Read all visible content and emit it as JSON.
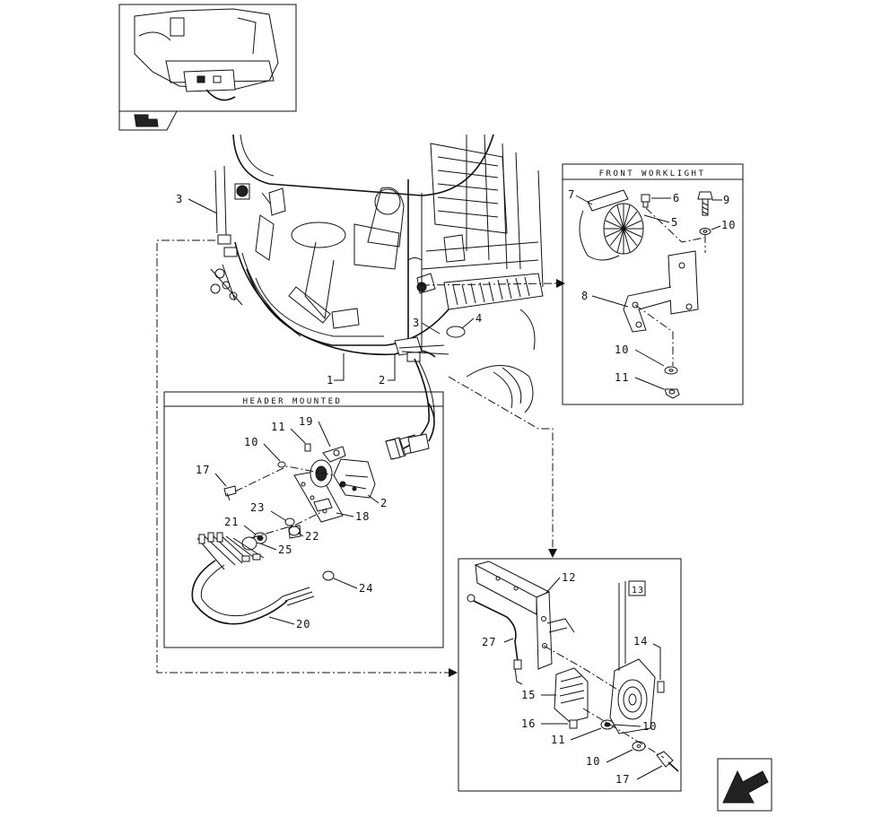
{
  "panels": {
    "front_worklight": {
      "title": "FRONT WORKLIGHT"
    },
    "header_mounted": {
      "title": "HEADER MOUNTED"
    }
  },
  "callouts": {
    "c3a": "3",
    "c1": "1",
    "c2": "2",
    "c3b": "3",
    "c4": "4",
    "fw7": "7",
    "fw6": "6",
    "fw9": "9",
    "fw5": "5",
    "fw10a": "10",
    "fw8": "8",
    "fw10b": "10",
    "fw11": "11",
    "hm11": "11",
    "hm19": "19",
    "hm10": "10",
    "hm17": "17",
    "hm2": "2",
    "hm23": "23",
    "hm18": "18",
    "hm21": "21",
    "hm22": "22",
    "hm25": "25",
    "hm24": "24",
    "hm20": "20",
    "tl12": "12",
    "tl13": "13",
    "tl27": "27",
    "tl14": "14",
    "tl15": "15",
    "tl16": "16",
    "tl10a": "10",
    "tl11": "11",
    "tl10b": "10",
    "tl17": "17"
  },
  "icons": {
    "inset_nav": "hand-pointer-icon",
    "next_page": "arrow-down-left-icon"
  }
}
